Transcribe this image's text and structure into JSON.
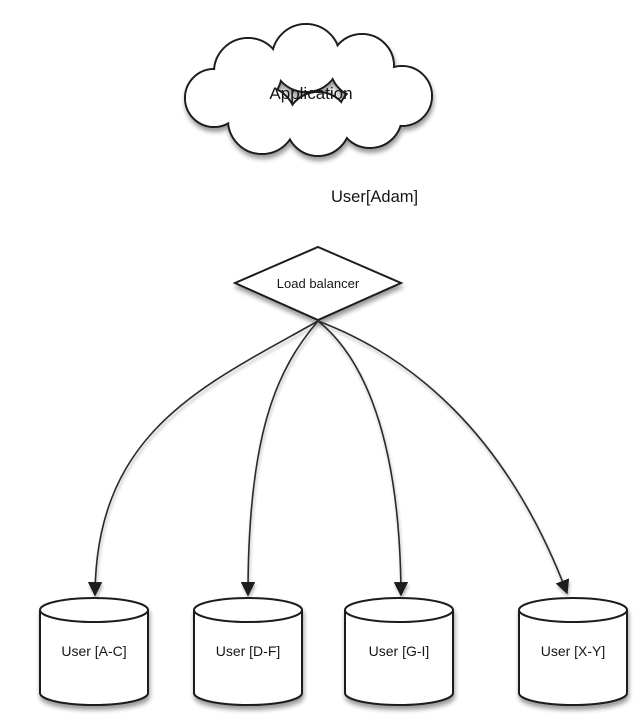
{
  "diagram": {
    "type": "sharding-architecture",
    "cloud": {
      "label": "Application"
    },
    "edge": {
      "label": "User[Adam]"
    },
    "load_balancer": {
      "label": "Load balancer"
    },
    "shards": [
      {
        "label": "User [A-C]"
      },
      {
        "label": "User [D-F]"
      },
      {
        "label": "User [G-I]"
      },
      {
        "label": "User [X-Y]"
      }
    ],
    "colors": {
      "background": "#ffffff",
      "stroke": "#1c1c1c",
      "fill": "#ffffff",
      "text": "#151515"
    }
  }
}
